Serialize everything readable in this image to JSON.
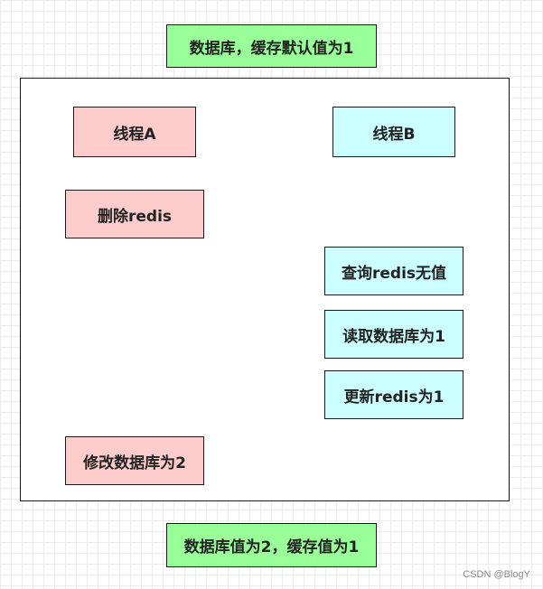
{
  "top_note": "数据库，缓存默认值为1",
  "thread_a": {
    "title": "线程A",
    "steps": [
      "删除redis",
      "修改数据库为2"
    ]
  },
  "thread_b": {
    "title": "线程B",
    "steps": [
      "查询redis无值",
      "读取数据库为1",
      "更新redis为1"
    ]
  },
  "bottom_note": "数据库值为2，缓存值为1",
  "watermark": "CSDN @BlogY",
  "colors": {
    "note_fill": "#99ff99",
    "thread_a_fill": "#ffcccc",
    "thread_b_fill": "#ccffff",
    "border": "#1a1a1a"
  }
}
